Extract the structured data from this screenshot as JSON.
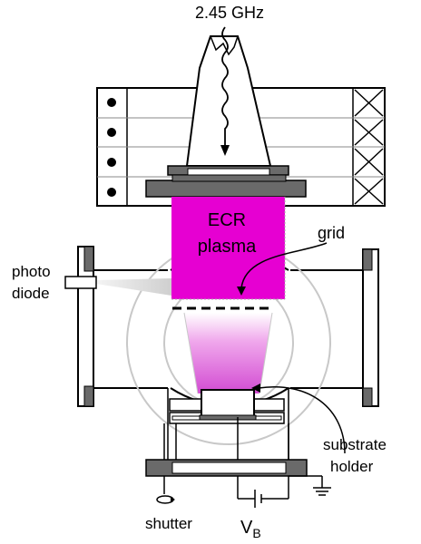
{
  "labels": {
    "frequency": "2.45 GHz",
    "plasma_line1": "ECR",
    "plasma_line2": "plasma",
    "grid": "grid",
    "photodiode_line1": "photo",
    "photodiode_line2": "diode",
    "substrate_line1": "substrate",
    "substrate_line2": "holder",
    "shutter": "shutter",
    "bias_voltage": "V",
    "bias_subscript": "B"
  },
  "colors": {
    "plasma": "#e600d2",
    "flange": "#6a6a6a",
    "chamber_circle": "#c8c8c8",
    "beam_dark": "#d24bd2",
    "beam_light": "#ffffff",
    "line": "#000000"
  }
}
